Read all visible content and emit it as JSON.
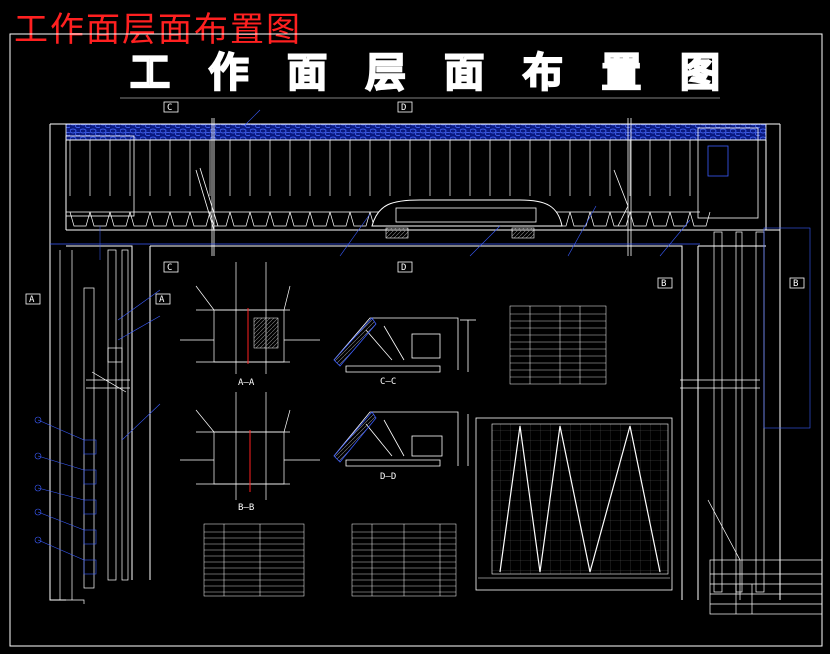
{
  "overlay_title": "工作面层面布置图",
  "drawing_title_chars": [
    "工",
    "作",
    "面",
    "层",
    "面",
    "布",
    "置",
    "图"
  ],
  "section_markers": {
    "c_top": "C",
    "d_top": "D",
    "c_mid": "C",
    "d_mid": "D",
    "a_left": "A",
    "a_right": "A",
    "b_left": "B",
    "b_right": "B"
  },
  "view_labels": {
    "aa": "A—A",
    "bb": "B—B",
    "cc": "C—C",
    "dd": "D—D"
  },
  "colors": {
    "background": "#000000",
    "linework": "#ffffff",
    "leaders": "#3a5cff",
    "overlay_title": "#ff2020",
    "hatch": "#1a3cff",
    "highlight": "#ff0000"
  }
}
